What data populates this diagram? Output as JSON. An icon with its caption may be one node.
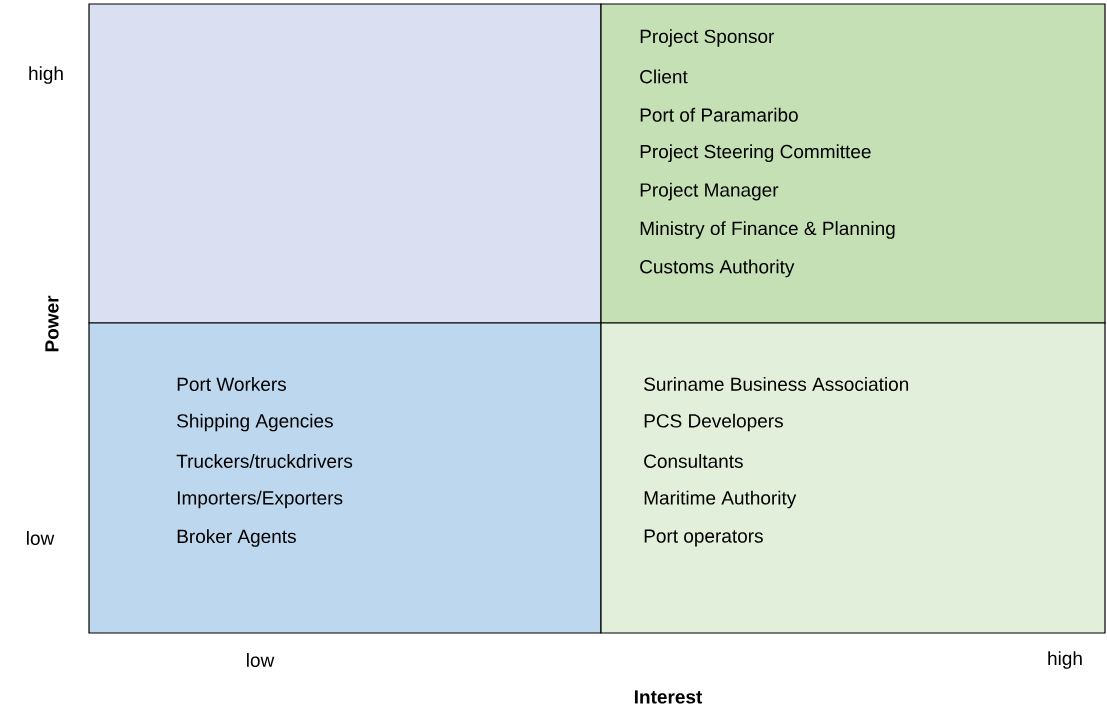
{
  "diagram": {
    "nodes": [
      {
        "text": [],
        "shape": "box"
      },
      {
        "text": [
          "Project Sponsor",
          "Client",
          "Port of Paramaribo",
          "Project Steering Committee",
          "Project Manager",
          "Ministry of Finance & Planning",
          "Customs Authority"
        ]
      },
      {
        "text": [
          "Port Workers",
          "Shipping Agencies",
          "Truckers/truckdrivers",
          "Importers/Exporters",
          "Broker Agents"
        ]
      },
      {
        "text": [
          "Suriname Business Association",
          "PCS Developers",
          "Consultants",
          "Maritime Authority",
          "Port operators"
        ]
      }
    ],
    "labels": [
      "high",
      "Power",
      "low",
      "low",
      "high",
      "Interest"
    ]
  }
}
